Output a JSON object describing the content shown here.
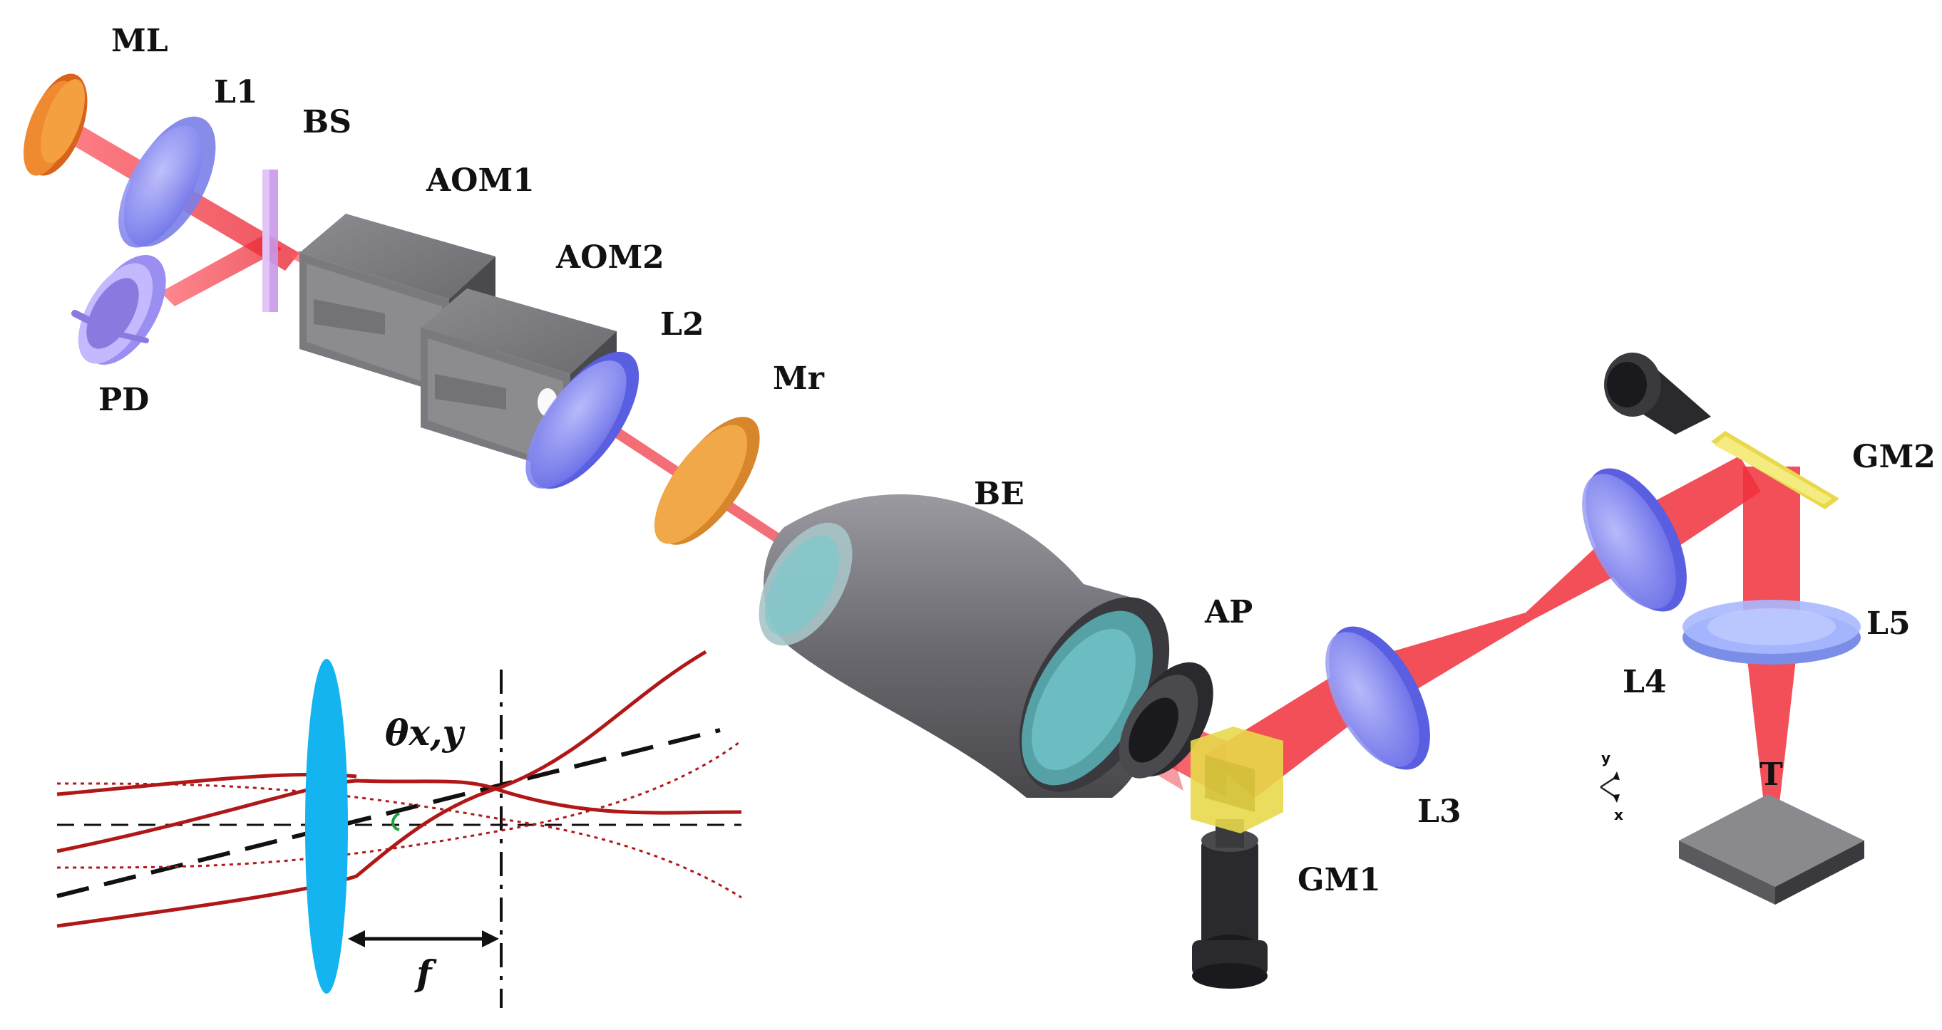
{
  "labels": {
    "ml": "ML",
    "l1": "L1",
    "bs": "BS",
    "aom1": "AOM1",
    "aom2": "AOM2",
    "pd": "PD",
    "l2": "L2",
    "mr": "Mr",
    "be": "BE",
    "ap": "AP",
    "gm1": "GM1",
    "l3": "L3",
    "l4": "L4",
    "gm2": "GM2",
    "l5": "L5",
    "t": "T"
  },
  "inset": {
    "angle_symbol": "θx,y",
    "focal_symbol": "f"
  },
  "axes": {
    "y": "y",
    "x": "x"
  },
  "colors": {
    "beam": "#f0303c",
    "beam_dark": "#c0101c",
    "lens_blue": "#8a8ef0",
    "cube_gray": "#5a5a5e",
    "galvo_yellow": "#e8d84a",
    "mirror_orange": "#f0a040",
    "inset_lens": "#14b4f0",
    "inset_red": "#b01818"
  }
}
